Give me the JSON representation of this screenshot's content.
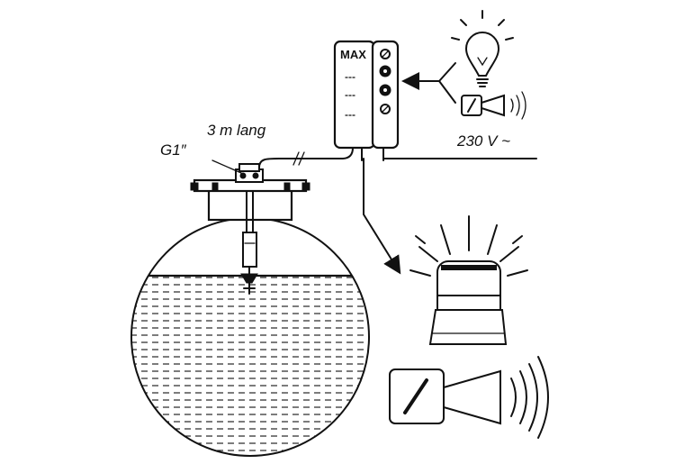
{
  "labels": {
    "fitting": "G1″",
    "cable_length": "3 m lang",
    "controller": "MAX",
    "voltage": "230 V ~"
  },
  "icons": {
    "tank": "spherical-tank-icon",
    "float": "float-switch-icon",
    "controller": "controller-box-icon",
    "lamp": "light-bulb-icon",
    "small_horn": "horn-icon",
    "beacon": "rotating-beacon-icon",
    "large_horn": "large-horn-icon"
  }
}
